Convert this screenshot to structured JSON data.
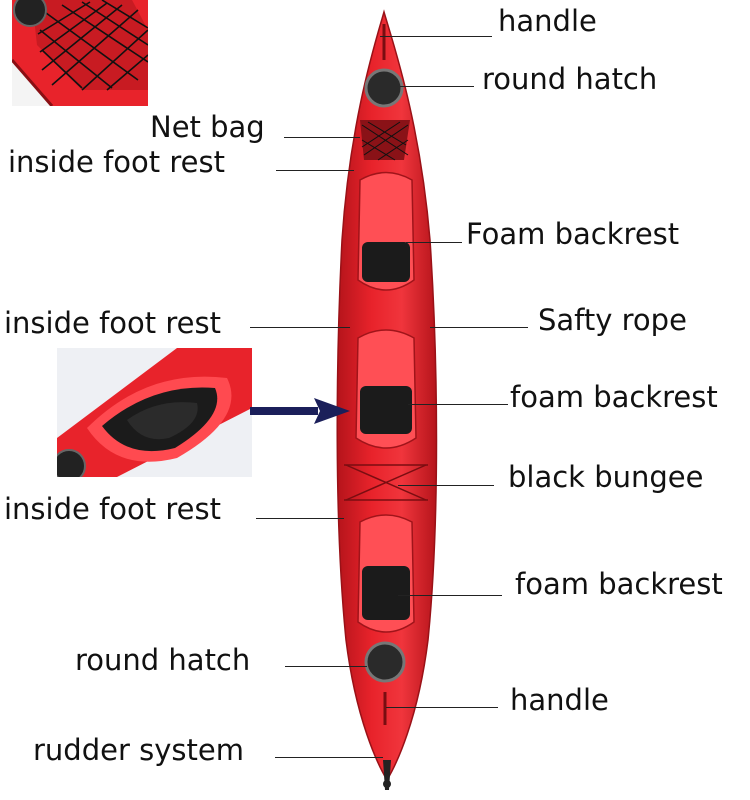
{
  "labels": {
    "handle_top": "handle",
    "round_hatch_top": "round hatch",
    "net_bag": "Net bag",
    "inside_foot_rest_1": "inside foot rest",
    "foam_backrest_1": "Foam backrest",
    "inside_foot_rest_2": "inside foot rest",
    "safty_rope": "Safty rope",
    "foam_backrest_2": "foam backrest",
    "black_bungee": "black bungee",
    "inside_foot_rest_3": "inside foot rest",
    "foam_backrest_3": "foam backrest",
    "round_hatch_bottom": "round hatch",
    "handle_bottom": "handle",
    "rudder_system": "rudder system"
  },
  "colors": {
    "hull": "#e8232b",
    "hull_shade": "#b5141b",
    "hull_light": "#ff5b5f",
    "cockpit": "#1b1b1b",
    "leader": "#222222",
    "arrow": "#1b1f5a"
  },
  "icons": {
    "hatch": "round-hatch-icon",
    "arrow": "pointer-arrow-icon"
  }
}
